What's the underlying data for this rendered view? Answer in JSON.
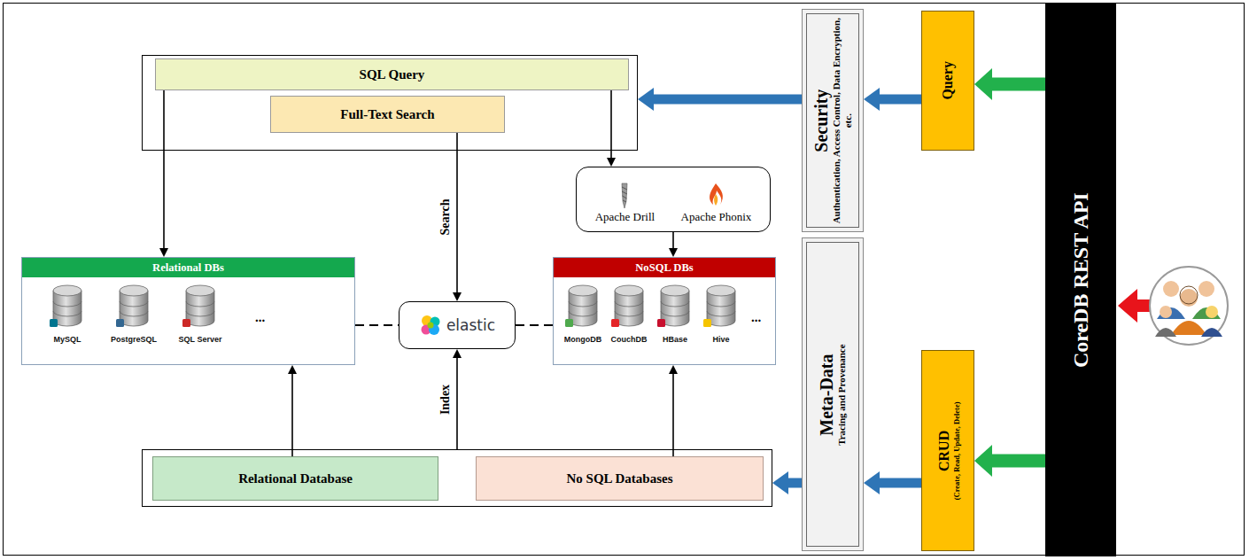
{
  "diagram": {
    "nodes": [
      {
        "text": []
      },
      {
        "text": [
          "SQL Query"
        ],
        "in": 0
      },
      {
        "text": [
          "Full-Text Search"
        ],
        "in": 0
      },
      {
        "text": [
          "Apache Drill",
          "Apache Phonix"
        ]
      },
      {
        "text": [
          "Security",
          "Authentication, Access Control, Data Encryption, etc."
        ]
      },
      {
        "text": [
          "Query"
        ]
      },
      {
        "text": [
          "CoreDB REST API"
        ]
      },
      {
        "text": [
          "Relational DBs"
        ]
      },
      {
        "text": [
          "MySQL"
        ],
        "in": 7
      },
      {
        "text": [
          "PostgreSQL"
        ],
        "in": 7
      },
      {
        "text": [
          "SQL Server"
        ],
        "in": 7
      },
      {
        "text": [
          "elastic"
        ]
      },
      {
        "text": [
          "NoSQL DBs"
        ]
      },
      {
        "text": [
          "MongoDB"
        ],
        "in": 12
      },
      {
        "text": [
          "CouchDB"
        ],
        "in": 12
      },
      {
        "text": [
          "HBase"
        ],
        "in": 12
      },
      {
        "text": [
          "Hive"
        ],
        "in": 12
      },
      {
        "text": [
          "Meta-Data",
          "Tracing and Provenance"
        ]
      },
      {
        "text": [
          "CRUD",
          "(Create, Read, Update, Delete)"
        ]
      },
      {
        "text": []
      },
      {
        "text": [
          "Relational Database"
        ],
        "in": 19
      },
      {
        "text": [
          "No SQL Databases"
        ],
        "in": 19
      }
    ],
    "edges": [
      {
        "from": 1,
        "to": 7,
        "arrow": "to"
      },
      {
        "from": 2,
        "to": 11,
        "label": "Search",
        "arrow": "to"
      },
      {
        "from": 1,
        "to": 3,
        "arrow": "to"
      },
      {
        "from": 3,
        "to": 12,
        "arrow": "to"
      },
      {
        "from": 7,
        "to": 11,
        "arrow": "none"
      },
      {
        "from": 11,
        "to": 12,
        "arrow": "none"
      },
      {
        "from": 19,
        "to": 11,
        "label": "Index",
        "arrow": "to"
      },
      {
        "from": 20,
        "to": 7,
        "arrow": "to"
      },
      {
        "from": 21,
        "to": 12,
        "arrow": "to"
      },
      {
        "from": 5,
        "to": 4,
        "arrow": "to"
      },
      {
        "from": 4,
        "to": 0,
        "arrow": "to"
      },
      {
        "from": 18,
        "to": 17,
        "arrow": "to"
      },
      {
        "from": 17,
        "to": 19,
        "arrow": "to"
      },
      {
        "from": 6,
        "to": 5,
        "arrow": "to"
      },
      {
        "from": 6,
        "to": 18,
        "arrow": "to"
      }
    ],
    "labels": [
      "...",
      "..."
    ]
  }
}
